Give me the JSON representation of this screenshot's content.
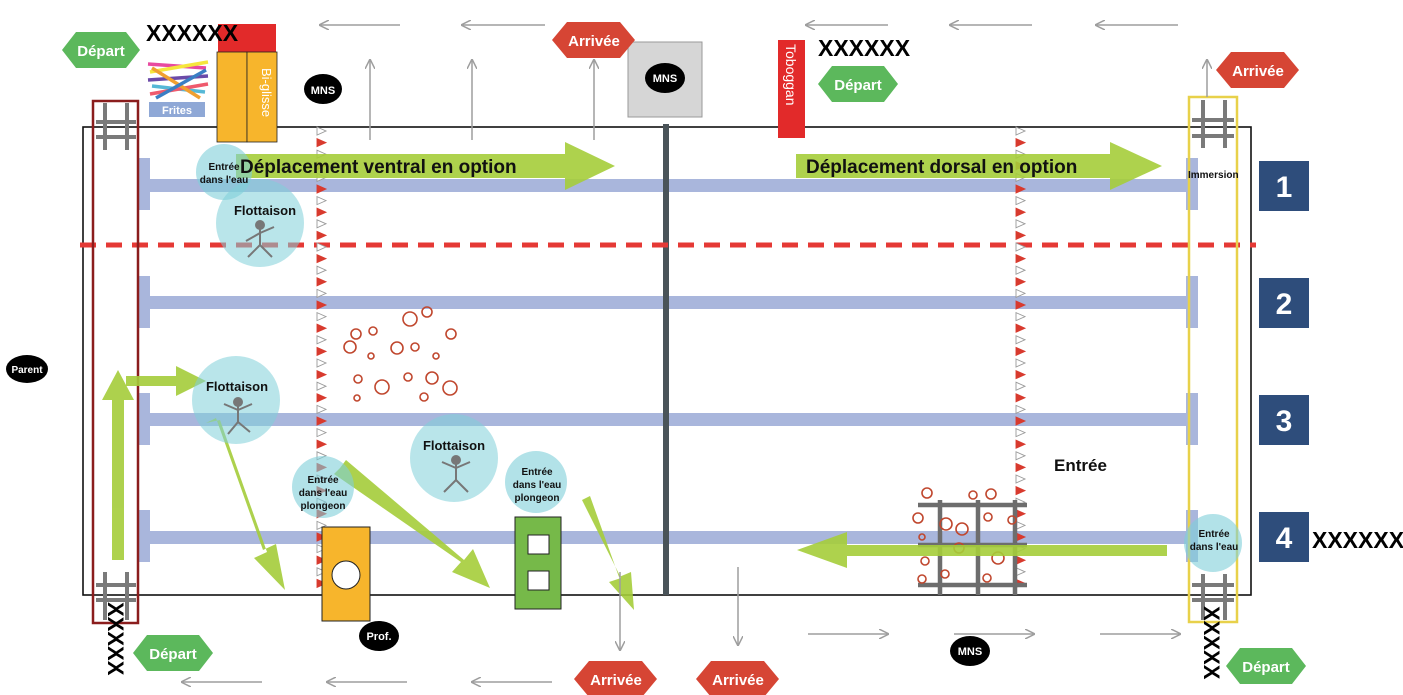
{
  "placeholders": {
    "top_left": "XXXXXX",
    "top_right": "XXXXXX",
    "lane4_right": "XXXXXX",
    "bottom_left_vertical": "XXXXX",
    "bottom_right_vertical": "XXXXX"
  },
  "badges": {
    "depart_top_left": "Départ",
    "depart_top_right": "Départ",
    "depart_bottom_left": "Départ",
    "depart_bottom_right": "Départ",
    "arrivee_top_center": "Arrivée",
    "arrivee_top_right": "Arrivée",
    "arrivee_bottom_1": "Arrivée",
    "arrivee_bottom_2": "Arrivée"
  },
  "labels": {
    "mns": "MNS",
    "parent": "Parent",
    "prof": "Prof.",
    "frites": "Frites",
    "bi_glisse": "Bi-glisse",
    "toboggan": "Toboggan",
    "immersion": "Immersion",
    "entree": "Entrée",
    "ventral": "Déplacement  ventral  en option",
    "dorsal": "Déplacement  dorsal en option"
  },
  "bubbles": {
    "entree_line1": "Entrée",
    "entree_line2": "dans l'eau",
    "plongeon": "plongeon",
    "flottaison": "Flottaison"
  },
  "lanes": [
    "1",
    "2",
    "3",
    "4"
  ],
  "colors": {
    "lane_line": "#a9b6dc",
    "lane_number_bg": "#2e4d7b",
    "arrow_green": "#a5cd3a",
    "bubble": "#7fcfd8",
    "red_dash": "#e53935",
    "arrivee_red": "#d64534",
    "depart_green": "#5cb85c",
    "divider": "#4a5459",
    "ring": "#c0472e",
    "board_orange": "#f7b52c",
    "toboggan_red": "#e22a2a",
    "left_frame": "#8b1d1d",
    "right_frame": "#e8d14a",
    "mns_box": "#d6d6d6"
  }
}
